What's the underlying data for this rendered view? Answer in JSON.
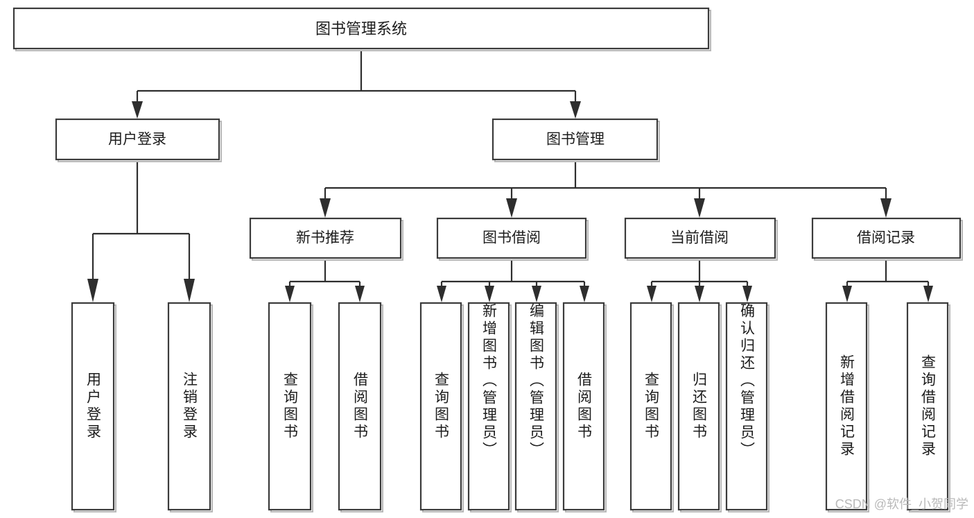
{
  "diagram": {
    "title": "图书管理系统",
    "watermark": "CSDN @软件_小贺同学",
    "colors": {
      "box_stroke": "#3b3b3b",
      "connector": "#2e2e2e",
      "background": "#ffffff",
      "text": "#1c1c1c",
      "watermark": "#b9b9b9"
    },
    "root": {
      "label": "图书管理系统"
    },
    "level2": [
      {
        "label": "用户登录"
      },
      {
        "label": "图书管理"
      }
    ],
    "level3": [
      {
        "label": "新书推荐"
      },
      {
        "label": "图书借阅"
      },
      {
        "label": "当前借阅"
      },
      {
        "label": "借阅记录"
      }
    ],
    "leaves": {
      "user_login": [
        {
          "label": "用户登录"
        },
        {
          "label": "注销登录"
        }
      ],
      "new_book_recommend": [
        {
          "label": "查询图书"
        },
        {
          "label": "借阅图书"
        }
      ],
      "book_borrow": [
        {
          "label": "查询图书"
        },
        {
          "label": "新增图书（管理员）"
        },
        {
          "label": "编辑图书（管理员）"
        },
        {
          "label": "借阅图书"
        }
      ],
      "current_borrow": [
        {
          "label": "查询图书"
        },
        {
          "label": "归还图书"
        },
        {
          "label": "确认归还（管理员）"
        }
      ],
      "borrow_record": [
        {
          "label": "新增借阅记录"
        },
        {
          "label": "查询借阅记录"
        }
      ]
    }
  }
}
